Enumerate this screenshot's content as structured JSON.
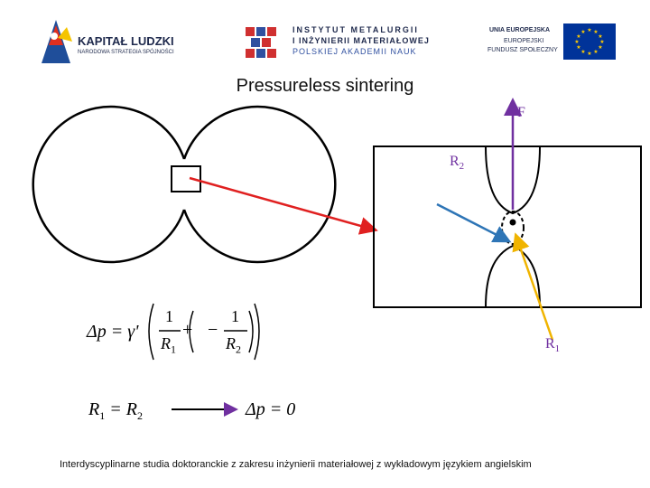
{
  "header": {
    "logo_left": {
      "line1": "KAPITAŁ LUDZKI",
      "line2": "NARODOWA STRATEGIA SPÓJNOŚCI"
    },
    "logo_center": {
      "line1": "INSTYTUT METALURGII",
      "line2": "I INŻYNIERII MATERIAŁOWEJ",
      "line3": "POLSKIEJ AKADEMII NAUK"
    },
    "logo_right": {
      "line1": "UNIA EUROPEJSKA",
      "line2": "EUROPEJSKI",
      "line3": "FUNDUSZ SPOŁECZNY"
    }
  },
  "slide": {
    "title": "Pressureless sintering",
    "force_label": "F",
    "r2_label": "R",
    "r2_sub": "2",
    "r1_label": "R",
    "r1_sub": "1",
    "footer": "Interdyscyplinarne studia doktoranckie z zakresu inżynierii materiałowej z wykładowym językiem angielskim"
  },
  "colors": {
    "force_arrow": "#7030a0",
    "red_arrow": "#e02020",
    "blue_arrow": "#2e75b6",
    "yellow_arrow": "#f0b400",
    "eu_flag": "#003399",
    "eu_star": "#ffcc00"
  },
  "equations": {
    "eq1": {
      "lhs": "Δp = γ'",
      "frac1_num": "1",
      "frac1_den": "R",
      "frac1_den_sub": "1",
      "plus": "+",
      "frac2_sign": "−",
      "frac2_num": "1",
      "frac2_den": "R",
      "frac2_den_sub": "2"
    },
    "eq2": {
      "lhs": "R",
      "lhs_sub": "1",
      "eq": "= R",
      "rhs_sub": "2",
      "result": "Δp = 0"
    }
  }
}
